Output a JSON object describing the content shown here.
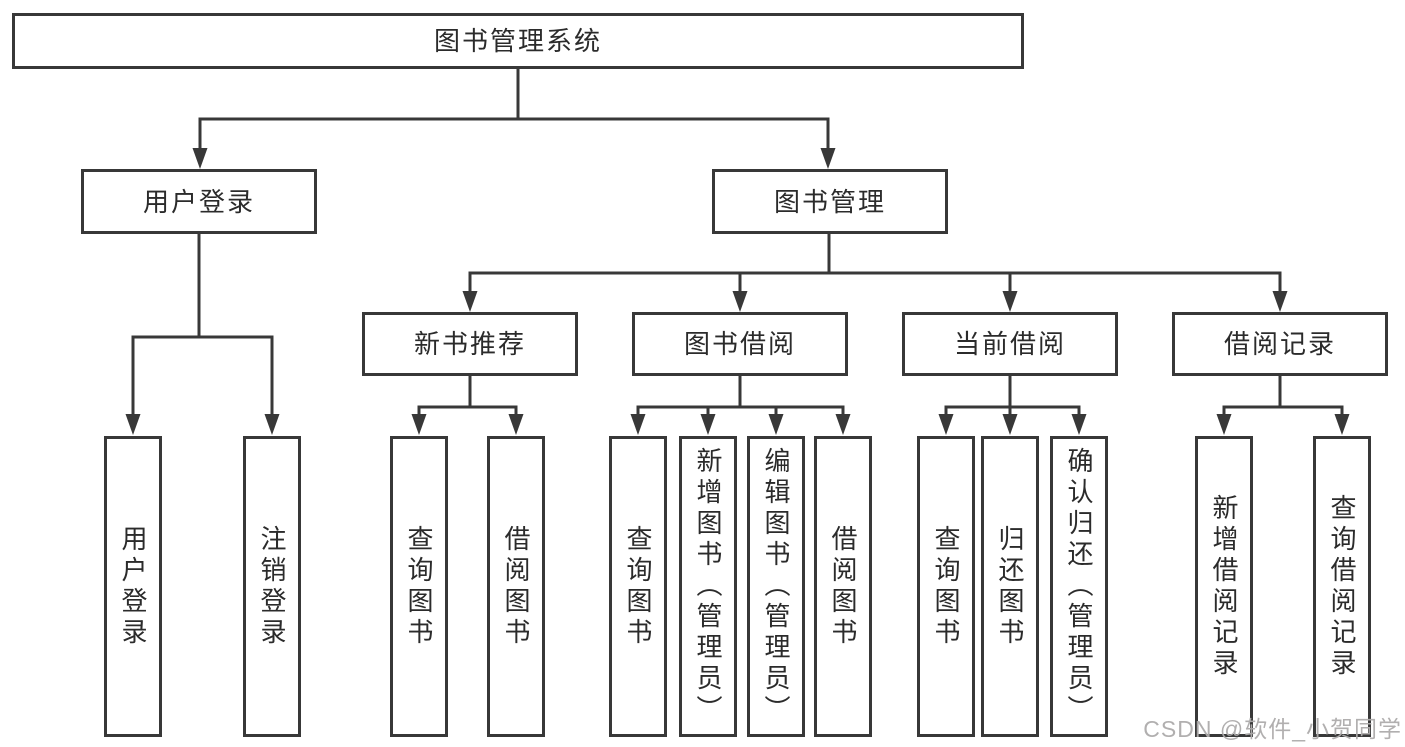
{
  "diagram": {
    "root": {
      "label": "图书管理系统"
    },
    "branches": [
      {
        "label": "用户登录",
        "children": [
          {
            "label": "用户登录"
          },
          {
            "label": "注销登录"
          }
        ]
      },
      {
        "label": "图书管理",
        "groups": [
          {
            "label": "新书推荐",
            "children": [
              {
                "label": "查询图书"
              },
              {
                "label": "借阅图书"
              }
            ]
          },
          {
            "label": "图书借阅",
            "children": [
              {
                "label": "查询图书"
              },
              {
                "label": "新增图书（管理员）"
              },
              {
                "label": "编辑图书（管理员）"
              },
              {
                "label": "借阅图书"
              }
            ]
          },
          {
            "label": "当前借阅",
            "children": [
              {
                "label": "查询图书"
              },
              {
                "label": "归还图书"
              },
              {
                "label": "确认归还（管理员）"
              }
            ]
          },
          {
            "label": "借阅记录",
            "children": [
              {
                "label": "新增借阅记录"
              },
              {
                "label": "查询借阅记录"
              }
            ]
          }
        ]
      }
    ]
  },
  "watermark": {
    "text": "CSDN @软件_小贺同学"
  },
  "colors": {
    "line": "#383838",
    "text": "#2b2b2b",
    "watermark": "#adabab",
    "background": "#ffffff"
  }
}
